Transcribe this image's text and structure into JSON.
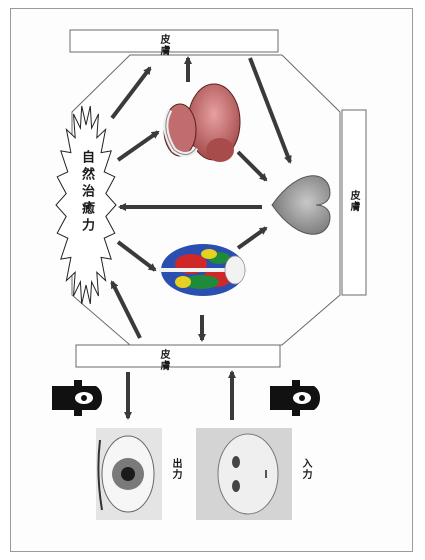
{
  "labels": {
    "skin_top": "皮膚",
    "skin_right": "皮膚",
    "skin_bottom": "皮膚",
    "natural_healing": "自然治癒力",
    "output": "出力",
    "input": "入力"
  },
  "icons": {
    "organ": "internal-organs-icon",
    "heart": "heart-icon",
    "muscle": "muscle-anatomy-icon",
    "hand": "eye-in-hand-icon",
    "eye": "eye-photo",
    "face": "face-photo"
  },
  "colors": {
    "box_border": "#6a6a6a",
    "arrow": "#3a3a3a",
    "organ": "#b85a5a",
    "heart": "#8c8c8c",
    "muscle_blue": "#2a4fb0",
    "muscle_red": "#d02828",
    "muscle_green": "#1e8a3a",
    "muscle_yellow": "#e8d020"
  }
}
